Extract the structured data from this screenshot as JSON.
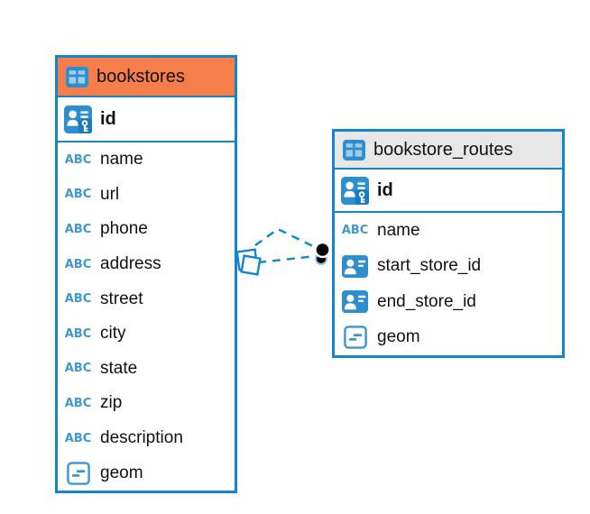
{
  "colors": {
    "table_border": "#1285CB",
    "selected_header": "#F57E4A",
    "header_gray": "#E7E7E7",
    "icon_blue": "#2E8FD0",
    "icon_blue_dark": "#1B7BBE",
    "line_blue": "#1285CB",
    "text": "#111111",
    "canvas_bg": "#FFFFFF"
  },
  "icons": {
    "text_type_label": "ABC"
  },
  "tables": [
    {
      "name": "bookstores",
      "highlighted": true,
      "primary_key": {
        "name": "id"
      },
      "fields": [
        {
          "name": "name",
          "type_icon": "text"
        },
        {
          "name": "url",
          "type_icon": "text"
        },
        {
          "name": "phone",
          "type_icon": "text"
        },
        {
          "name": "address",
          "type_icon": "text"
        },
        {
          "name": "street",
          "type_icon": "text"
        },
        {
          "name": "city",
          "type_icon": "text"
        },
        {
          "name": "state",
          "type_icon": "text"
        },
        {
          "name": "zip",
          "type_icon": "text"
        },
        {
          "name": "description",
          "type_icon": "text"
        },
        {
          "name": "geom",
          "type_icon": "geometry"
        }
      ]
    },
    {
      "name": "bookstore_routes",
      "highlighted": false,
      "primary_key": {
        "name": "id"
      },
      "fields": [
        {
          "name": "name",
          "type_icon": "text"
        },
        {
          "name": "start_store_id",
          "type_icon": "reference"
        },
        {
          "name": "end_store_id",
          "type_icon": "reference"
        },
        {
          "name": "geom",
          "type_icon": "geometry"
        }
      ]
    }
  ],
  "relationships": [
    {
      "from_table": "bookstores",
      "to_table": "bookstore_routes",
      "style": "dashed",
      "line_count": 2
    }
  ]
}
